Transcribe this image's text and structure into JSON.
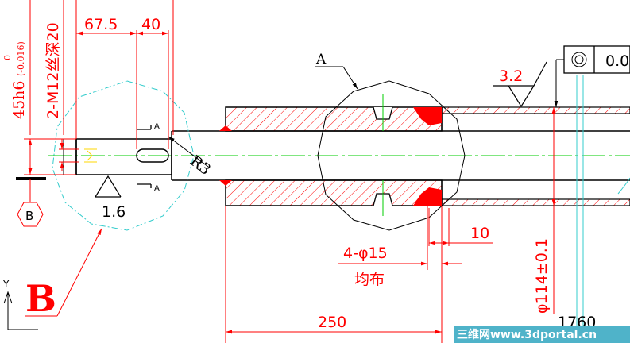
{
  "labels": {
    "dim_67_5": "67.5",
    "dim_40": "40",
    "fit_45h6": "45h6",
    "tol_upper": "0",
    "tol_lower": "(-0.016)",
    "thread_spec": "2-M12丝深20",
    "section_A_top": "A",
    "section_A_bottom": "A",
    "callout_A": "A",
    "radius_R3": "R3",
    "roughness_1_6": "1.6",
    "roughness_3_2": "3.2",
    "datum_B": "B",
    "big_B": "B",
    "holes_spec": "4-φ15",
    "holes_even": "均布",
    "dim_10": "10",
    "dim_250": "250",
    "dim_phi114": "φ114±0.1",
    "dim_1760": "1760",
    "tolerance_value": "0.0",
    "axis_y": "Y"
  },
  "colors": {
    "outline": "#000000",
    "dimension": "#ff0000",
    "centerline": "#00cc00",
    "detail_circle": "#33cccc",
    "hatch": "#ff0000",
    "thread": "#ffd700"
  },
  "watermark": {
    "text": "三维网www.3dportal.cn"
  }
}
